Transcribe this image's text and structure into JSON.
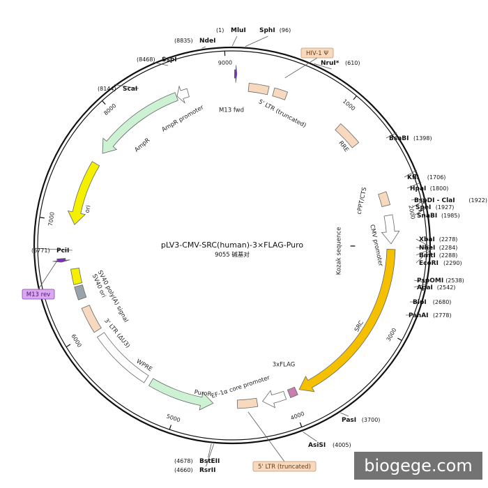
{
  "title": "pLV3-CMV-SRC(human)-3×FLAG-Puro",
  "subtitle": "9055 碱基对",
  "total_bp": 9055,
  "watermark": "biogege.com",
  "ticks": [
    {
      "bp": 1000,
      "label": "1000"
    },
    {
      "bp": 2000,
      "label": "2000"
    },
    {
      "bp": 3000,
      "label": "3000"
    },
    {
      "bp": 4000,
      "label": "4000"
    },
    {
      "bp": 5000,
      "label": "5000"
    },
    {
      "bp": 6000,
      "label": "6000"
    },
    {
      "bp": 7000,
      "label": "7000"
    },
    {
      "bp": 8000,
      "label": "8000"
    },
    {
      "bp": 9000,
      "label": "9000"
    }
  ],
  "sites": [
    {
      "name": "MluI",
      "pos": "(1)",
      "bp": 1
    },
    {
      "name": "SphI",
      "pos": "(96)",
      "bp": 96
    },
    {
      "name": "NruI*",
      "pos": "(610)",
      "bp": 610
    },
    {
      "name": "BsaBI",
      "pos": "(1398)",
      "bp": 1398
    },
    {
      "name": "KflI",
      "pos": "(1706)",
      "bp": 1706
    },
    {
      "name": "HpaI",
      "pos": "(1800)",
      "bp": 1800
    },
    {
      "name": "BspDI - ClaI",
      "pos": "(1922)",
      "bp": 1922
    },
    {
      "name": "SpeI",
      "pos": "(1927)",
      "bp": 1927
    },
    {
      "name": "SnaBI",
      "pos": "(1985)",
      "bp": 1985
    },
    {
      "name": "XbaI",
      "pos": "(2278)",
      "bp": 2278
    },
    {
      "name": "NheI",
      "pos": "(2284)",
      "bp": 2284
    },
    {
      "name": "BmtI",
      "pos": "(2288)",
      "bp": 2288
    },
    {
      "name": "EcoRI",
      "pos": "(2290)",
      "bp": 2290
    },
    {
      "name": "PspOMI",
      "pos": "(2538)",
      "bp": 2538
    },
    {
      "name": "ApaI",
      "pos": "(2542)",
      "bp": 2542
    },
    {
      "name": "BlpI",
      "pos": "(2680)",
      "bp": 2680
    },
    {
      "name": "PshAI",
      "pos": "(2778)",
      "bp": 2778
    },
    {
      "name": "PasI",
      "pos": "(3700)",
      "bp": 3700
    },
    {
      "name": "AsiSI",
      "pos": "(4005)",
      "bp": 4005
    },
    {
      "name": "RsrII",
      "pos": "(4660)",
      "bp": 4660
    },
    {
      "name": "BstEII",
      "pos": "(4678)",
      "bp": 4678
    },
    {
      "name": "PciI",
      "pos": "(6771)",
      "bp": 6771
    },
    {
      "name": "ScaI",
      "pos": "(8144)",
      "bp": 8144
    },
    {
      "name": "SspI",
      "pos": "(8468)",
      "bp": 8468
    },
    {
      "name": "NdeI",
      "pos": "(8835)",
      "bp": 8835
    }
  ],
  "features": [
    {
      "name": "M13 fwd",
      "start": 20,
      "end": 40,
      "direction": 1,
      "color": "#7a2fb8",
      "kind": "primer"
    },
    {
      "name": "5' LTR (truncated)",
      "start": 150,
      "end": 330,
      "direction": 0,
      "color": "#f7d9bf",
      "kind": "box"
    },
    {
      "name": "HIV-1 Ψ",
      "start": 380,
      "end": 500,
      "direction": 0,
      "color": "#f7d9bf",
      "kind": "box"
    },
    {
      "name": "RRE",
      "start": 1050,
      "end": 1280,
      "direction": 0,
      "color": "#f7d9bf",
      "kind": "box"
    },
    {
      "name": "cPPT/CTS",
      "start": 1780,
      "end": 1900,
      "direction": 0,
      "color": "#f7d9bf",
      "kind": "box"
    },
    {
      "name": "CMV promoter",
      "start": 1990,
      "end": 2250,
      "direction": 1,
      "color": "#ffffff",
      "kind": "arrow"
    },
    {
      "name": "Kozak sequence",
      "start": 2266,
      "end": 2276,
      "direction": 0,
      "color": "#444444",
      "kind": "mark"
    },
    {
      "name": "SRC",
      "start": 2300,
      "end": 3900,
      "direction": 1,
      "color": "#f5c000",
      "kind": "arrow"
    },
    {
      "name": "3xFLAG",
      "start": 3930,
      "end": 4000,
      "direction": 0,
      "color": "#c87fb0",
      "kind": "box"
    },
    {
      "name": "EF-1α core promoter",
      "start": 4040,
      "end": 4250,
      "direction": 1,
      "color": "#ffffff",
      "kind": "arrow"
    },
    {
      "name": "5' LTR (truncated)",
      "start": 4300,
      "end": 4480,
      "direction": 0,
      "color": "#f7d9bf",
      "kind": "box"
    },
    {
      "name": "PuroR",
      "start": 4700,
      "end": 5300,
      "direction": -1,
      "color": "#ccf2d3",
      "kind": "arrow"
    },
    {
      "name": "WPRE",
      "start": 5350,
      "end": 5930,
      "direction": 0,
      "color": "#ffffff",
      "kind": "box"
    },
    {
      "name": "3' LTR (ΔU3)",
      "start": 5980,
      "end": 6220,
      "direction": 0,
      "color": "#f7d9bf",
      "kind": "box"
    },
    {
      "name": "SV40 poly(A) signal",
      "start": 6300,
      "end": 6420,
      "direction": 0,
      "color": "#9aa3ab",
      "kind": "box"
    },
    {
      "name": "SV40 ori",
      "start": 6440,
      "end": 6580,
      "direction": 0,
      "color": "#f5f000",
      "kind": "box"
    },
    {
      "name": "M13 rev",
      "start": 6650,
      "end": 6680,
      "direction": -1,
      "color": "#7a2fb8",
      "kind": "primer"
    },
    {
      "name": "ori",
      "start": 6980,
      "end": 7570,
      "direction": -1,
      "color": "#f5f000",
      "kind": "arrow"
    },
    {
      "name": "AmpR",
      "start": 7680,
      "end": 8540,
      "direction": -1,
      "color": "#ccf2d3",
      "kind": "arrow"
    },
    {
      "name": "AmpR promoter",
      "start": 8545,
      "end": 8650,
      "direction": -1,
      "color": "#ffffff",
      "kind": "arrow"
    }
  ],
  "callouts": [
    {
      "text": "HIV-1 Ψ",
      "color": "#f7d9bf"
    },
    {
      "text": "M13 rev",
      "color": "#d9a8f0"
    },
    {
      "text": "5' LTR (truncated)",
      "color": "#f7d9bf"
    }
  ]
}
